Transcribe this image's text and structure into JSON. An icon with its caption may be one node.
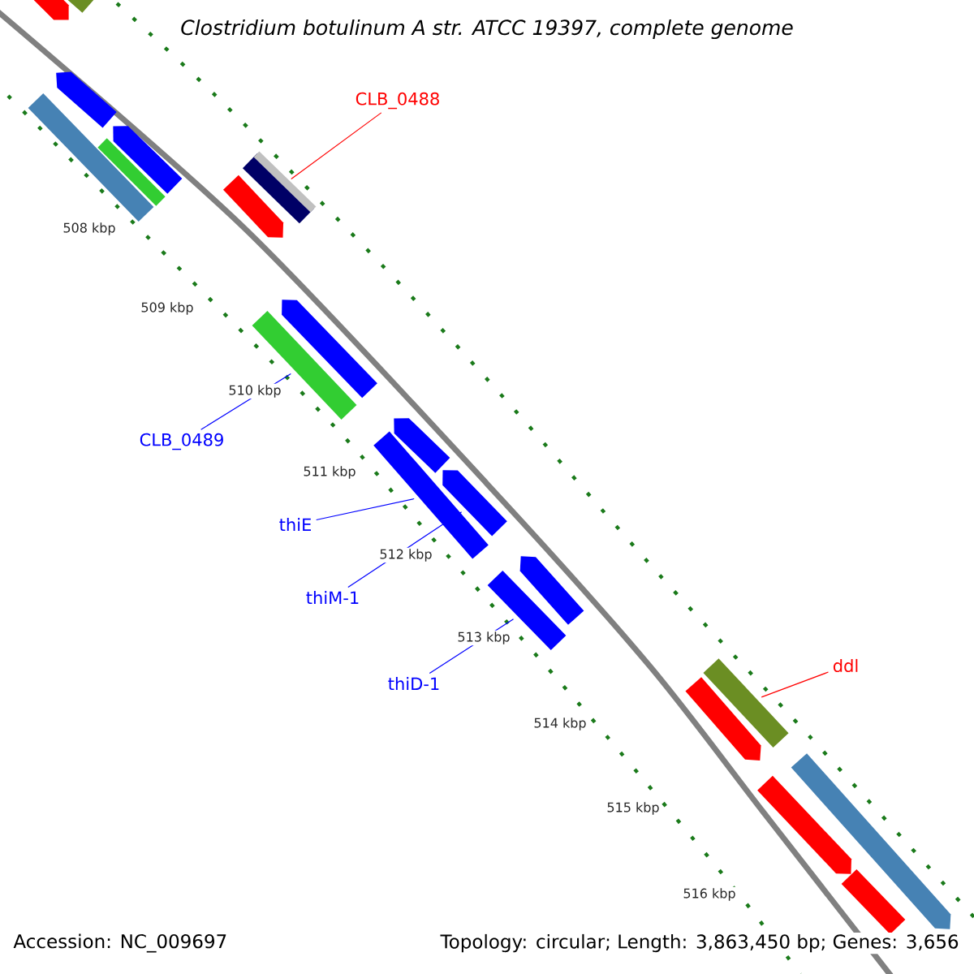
{
  "diagram": {
    "title": "*Clostridium botulinum A str. ATCC 19397, complete genome*",
    "nodes": [
      {
        "text": [
          "CLB_0488"
        ]
      },
      {
        "text": [],
        "shape": "bar"
      },
      {
        "text": [
          "CLB_0489"
        ]
      },
      {
        "text": [],
        "shape": "bar"
      },
      {
        "text": [
          "thiE"
        ]
      },
      {
        "text": [],
        "shape": "bar"
      },
      {
        "text": [
          "thiM-1"
        ]
      },
      {
        "text": [],
        "shape": "arrow"
      },
      {
        "text": [
          "thiD-1"
        ]
      },
      {
        "text": [],
        "shape": "bar"
      },
      {
        "text": [
          "ddl"
        ]
      },
      {
        "text": [],
        "shape": "bar"
      },
      {
        "text": [],
        "shape": "arrow"
      },
      {
        "text": [],
        "shape": "bar"
      },
      {
        "text": [],
        "shape": "arrow"
      },
      {
        "text": [],
        "shape": "bar"
      },
      {
        "text": [],
        "shape": "bar"
      },
      {
        "text": [],
        "shape": "arrow"
      },
      {
        "text": [],
        "shape": "arrow"
      },
      {
        "text": [],
        "shape": "arrow"
      },
      {
        "text": [],
        "shape": "arrow"
      },
      {
        "text": [],
        "shape": "arrow"
      },
      {
        "text": [],
        "shape": "arrow"
      },
      {
        "text": [],
        "shape": "arrow"
      },
      {
        "text": [],
        "shape": "bar"
      },
      {
        "text": [],
        "shape": "arrow"
      }
    ],
    "edges": [
      {
        "from": 0,
        "to": 1,
        "arrow": "none",
        "color": "#ff0000"
      },
      {
        "from": 2,
        "to": 3,
        "arrow": "none"
      },
      {
        "from": 4,
        "to": 5,
        "arrow": "none"
      },
      {
        "from": 6,
        "to": 7,
        "arrow": "none"
      },
      {
        "from": 8,
        "to": 9,
        "arrow": "none"
      },
      {
        "from": 10,
        "to": 11,
        "arrow": "none",
        "color": "#ff0000"
      }
    ],
    "labels": [
      "508 kbp",
      "509 kbp",
      "510 kbp",
      "511 kbp",
      "512 kbp",
      "513 kbp",
      "514 kbp",
      "515 kbp",
      "516 kbp",
      "Accession: NC_009697",
      "Topology: circular; Length: 3,863,450 bp; Genes: 3,656"
    ]
  }
}
